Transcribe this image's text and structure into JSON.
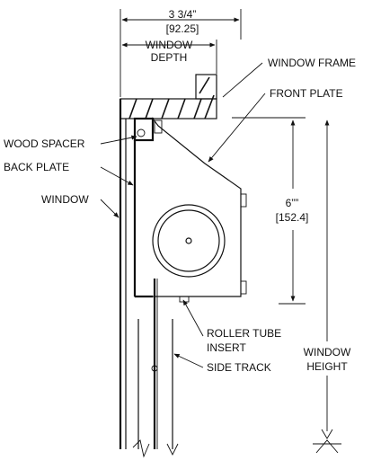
{
  "diagram": {
    "dimensions": {
      "depth_inches": "3 3/4”",
      "depth_mm": "[92.25]",
      "height_inches": "6””",
      "height_mm": "[152.4]"
    },
    "labels": {
      "window_depth_line1": "WINDOW",
      "window_depth_line2": "DEPTH",
      "window_frame": "WINDOW FRAME",
      "front_plate": "FRONT PLATE",
      "wood_spacer": "WOOD SPACER",
      "back_plate": "BACK PLATE",
      "window": "WINDOW",
      "roller_tube_line1": "ROLLER TUBE",
      "roller_tube_line2": "INSERT",
      "side_track": "SIDE TRACK",
      "window_height_line1": "WINDOW",
      "window_height_line2": "HEIGHT"
    }
  }
}
